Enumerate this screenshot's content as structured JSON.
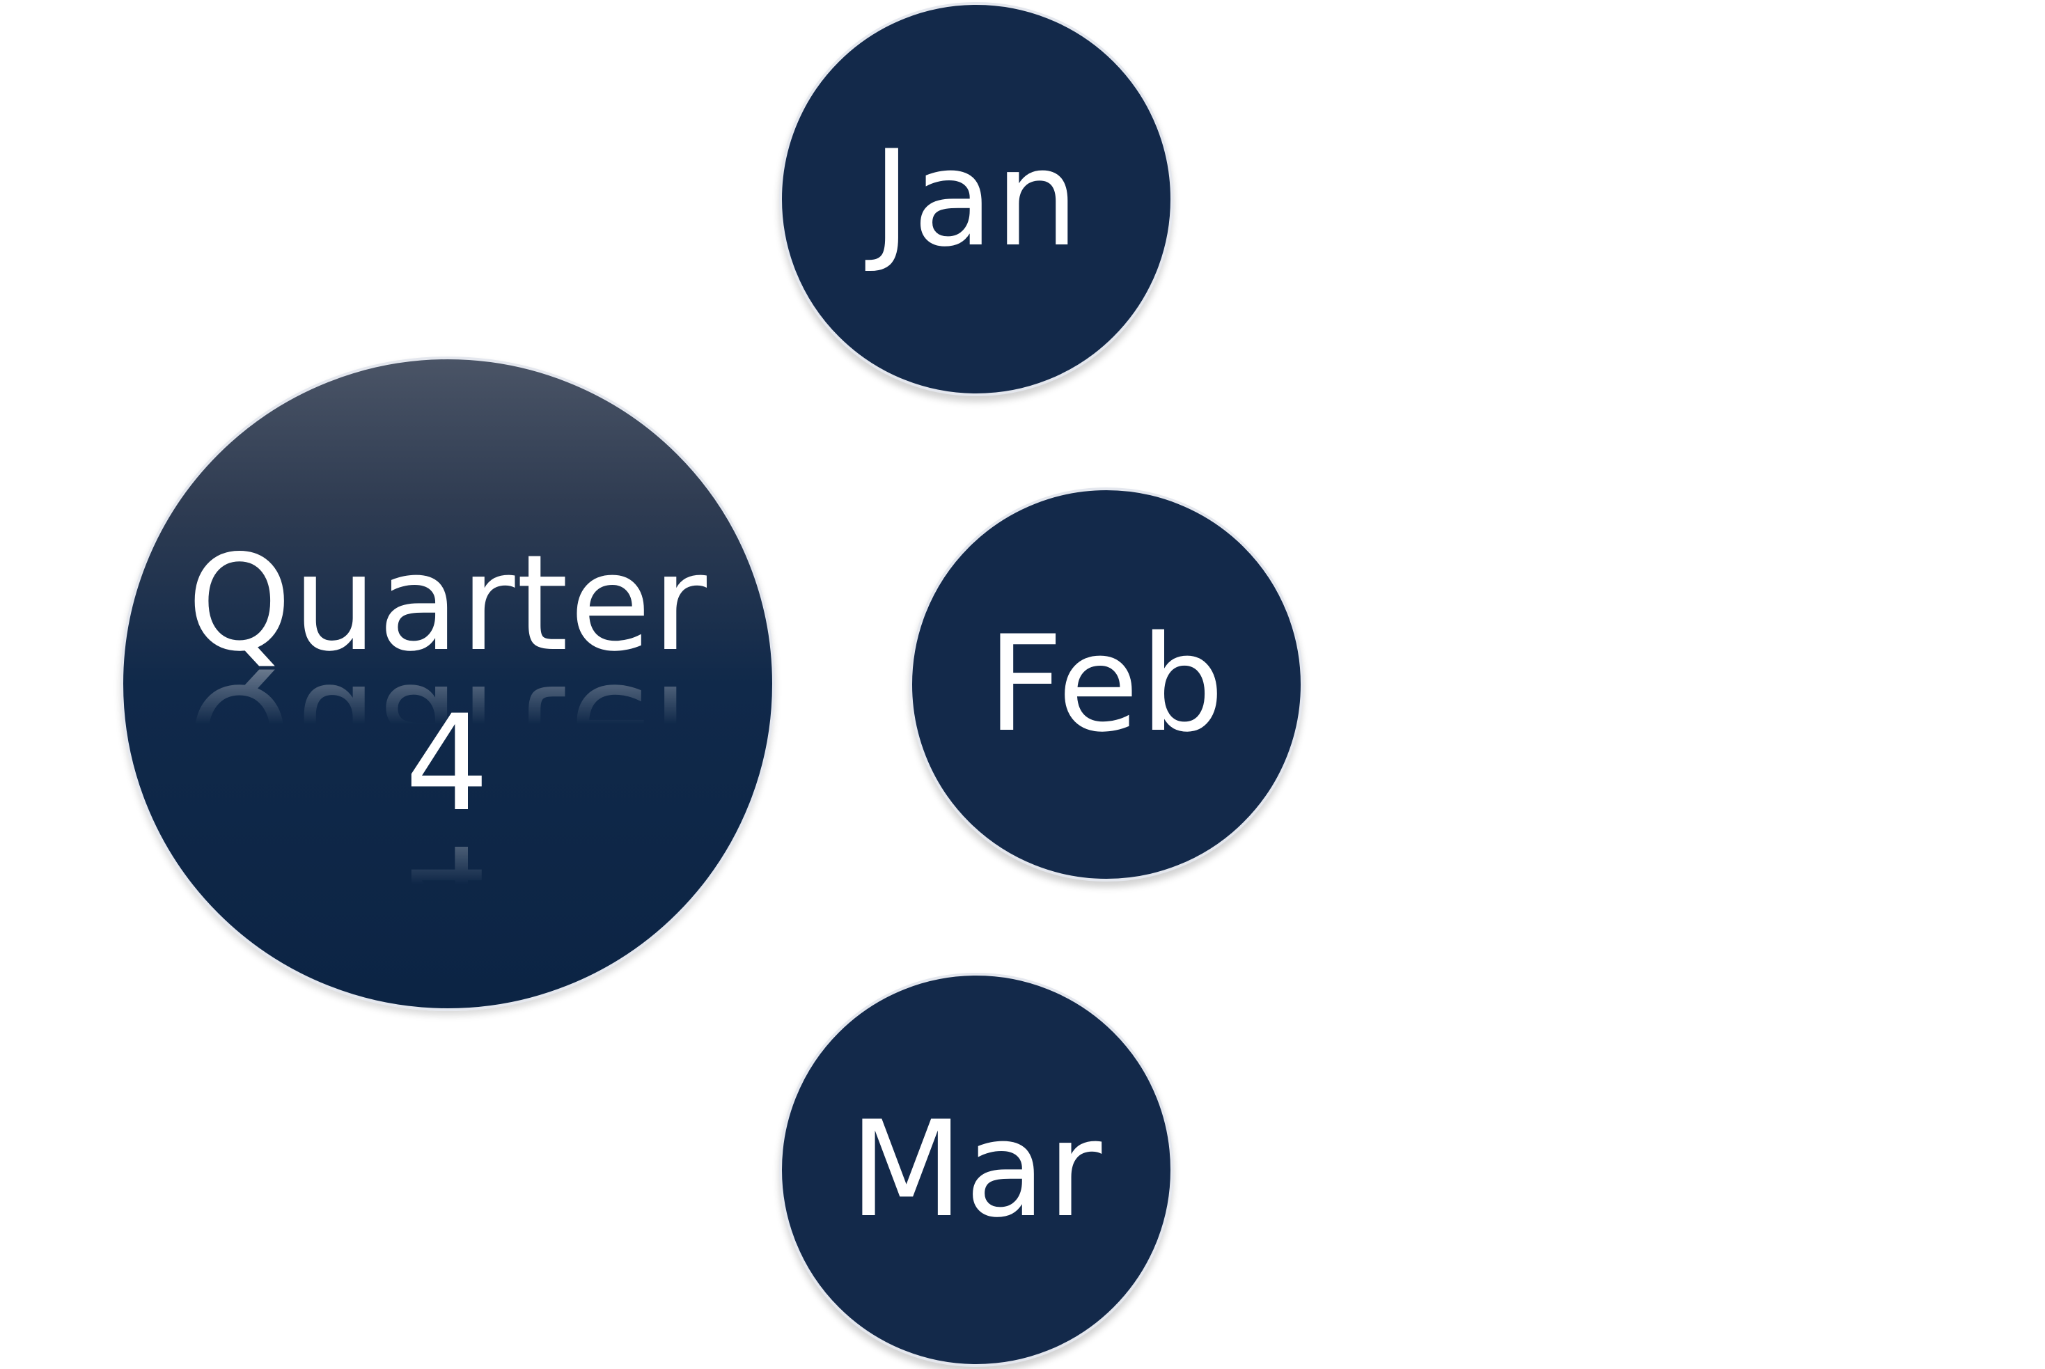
{
  "diagram": {
    "center": {
      "line1": "Quarter",
      "line2": "4"
    },
    "months": [
      {
        "label": "Jan"
      },
      {
        "label": "Feb"
      },
      {
        "label": "Mar"
      }
    ]
  },
  "colors": {
    "circle_fill": "#13294a",
    "center_gradient_top": "#4a5466",
    "center_gradient_bottom": "#0c2444",
    "circle_border": "#e4e7ee",
    "text": "#ffffff",
    "background": "#ffffff"
  }
}
